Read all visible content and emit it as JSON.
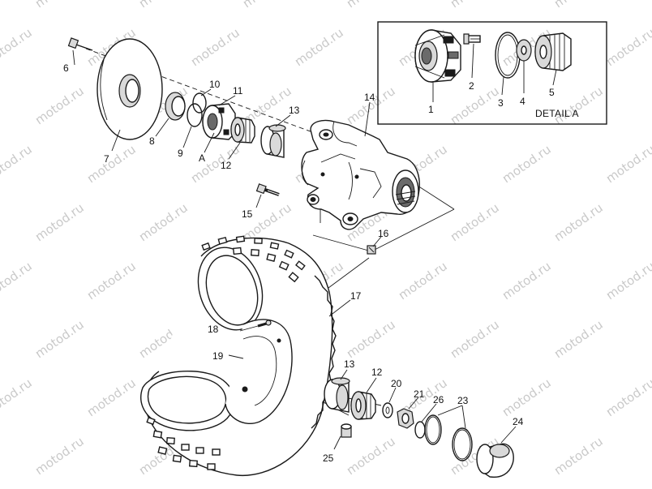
{
  "watermark": "motod.ru",
  "detail_box": {
    "caption": "DETAIL A"
  },
  "callout_A": "A",
  "parts": [
    {
      "key": "p1",
      "number": "1"
    },
    {
      "key": "p2",
      "number": "2"
    },
    {
      "key": "p3",
      "number": "3"
    },
    {
      "key": "p4",
      "number": "4"
    },
    {
      "key": "p5",
      "number": "5"
    },
    {
      "key": "p6",
      "number": "6"
    },
    {
      "key": "p7",
      "number": "7"
    },
    {
      "key": "p8",
      "number": "8"
    },
    {
      "key": "p9",
      "number": "9"
    },
    {
      "key": "p10",
      "number": "10"
    },
    {
      "key": "p11",
      "number": "11"
    },
    {
      "key": "p12a",
      "number": "12"
    },
    {
      "key": "p13a",
      "number": "13"
    },
    {
      "key": "p14",
      "number": "14"
    },
    {
      "key": "p15",
      "number": "15"
    },
    {
      "key": "p16",
      "number": "16"
    },
    {
      "key": "p17",
      "number": "17"
    },
    {
      "key": "p18",
      "number": "18"
    },
    {
      "key": "p19",
      "number": "19"
    },
    {
      "key": "p13b",
      "number": "13"
    },
    {
      "key": "p12b",
      "number": "12"
    },
    {
      "key": "p20",
      "number": "20"
    },
    {
      "key": "p21",
      "number": "21"
    },
    {
      "key": "p26",
      "number": "26"
    },
    {
      "key": "p23",
      "number": "23"
    },
    {
      "key": "p24",
      "number": "24"
    },
    {
      "key": "p25",
      "number": "25"
    }
  ]
}
